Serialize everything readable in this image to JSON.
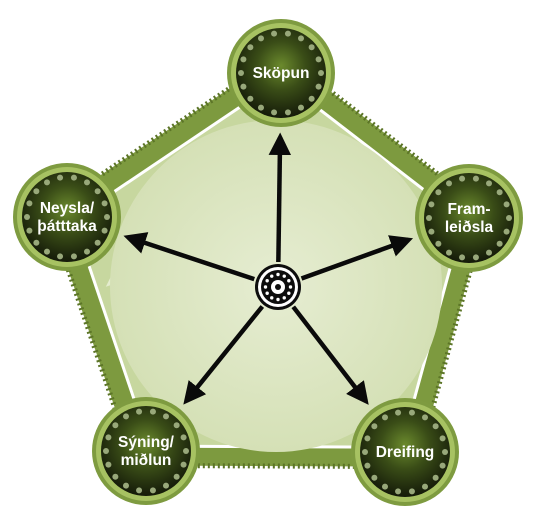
{
  "diagram": {
    "center_icon": "film-reel-icon",
    "arrow_direction": "outward-from-center",
    "flow_direction": "clockwise",
    "colors": {
      "outer_ring": "#7d9a3f",
      "outer_ring_dark": "#647f2e",
      "track": "#c4d59b",
      "track_arrow": "#e2ebcb",
      "inner_disc": "#dde6c6",
      "node_border": "#8aa84a",
      "node_fill_center": "#5f7a28",
      "node_fill_edge": "#141a0b",
      "spokes": "#0a0a0a",
      "label": "#ffffff"
    },
    "nodes": [
      {
        "id": "skopun",
        "lines": [
          "Sköpun"
        ]
      },
      {
        "id": "framleidsla",
        "lines": [
          "Fram-",
          "leiðsla"
        ]
      },
      {
        "id": "dreifing",
        "lines": [
          "Dreifing"
        ]
      },
      {
        "id": "syning",
        "lines": [
          "Sýning/",
          "miðlun"
        ]
      },
      {
        "id": "neysla",
        "lines": [
          "Neysla/",
          "þátttaka"
        ]
      }
    ]
  }
}
